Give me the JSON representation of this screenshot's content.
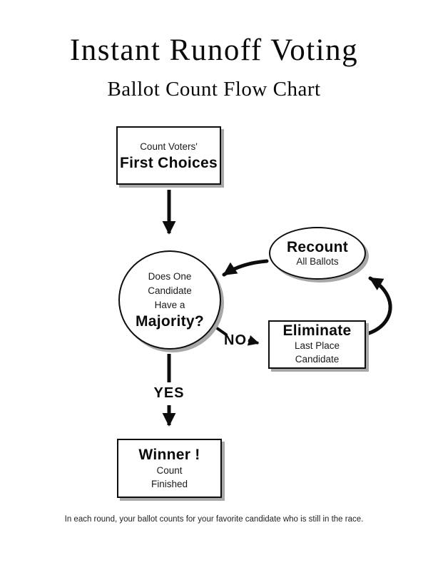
{
  "page": {
    "title": "Instant Runoff Voting",
    "subtitle": "Ballot Count Flow Chart",
    "caption": "In each round, your ballot counts for your favorite candidate who is still in the race."
  },
  "flowchart": {
    "start_box": {
      "line1": "Count Voters'",
      "line2": "First Choices"
    },
    "decision_circle": {
      "line1": "Does One",
      "line2": "Candidate",
      "line3": "Have a",
      "line4": "Majority?"
    },
    "recount_ellipse": {
      "line1": "Recount",
      "line2": "All Ballots"
    },
    "eliminate_box": {
      "line1": "Eliminate",
      "line2": "Last Place",
      "line3": "Candidate"
    },
    "winner_box": {
      "line1": "Winner !",
      "line2": "Count",
      "line3": "Finished"
    },
    "labels": {
      "yes": "YES",
      "no": "NO"
    }
  },
  "colors": {
    "ink": "#0d0d0d",
    "background": "#ffffff",
    "shadow": "#a8a8a8"
  }
}
